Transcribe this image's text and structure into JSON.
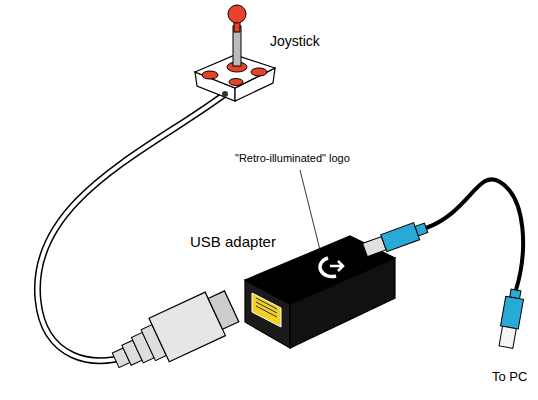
{
  "diagram": {
    "labels": [
      "Joystick",
      "\"Retro-illuminated\" logo",
      "USB adapter",
      "To PC"
    ]
  }
}
